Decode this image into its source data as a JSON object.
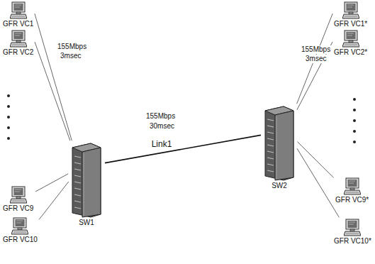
{
  "diagram": {
    "nodes": [
      {
        "text": [
          "GFR VC1"
        ]
      },
      {
        "text": [
          "GFR VC2"
        ]
      },
      {
        "text": [
          "GFR VC9"
        ]
      },
      {
        "text": [
          "GFR VC10"
        ]
      },
      {
        "text": [
          "SW1"
        ]
      },
      {
        "text": [
          "SW2"
        ]
      },
      {
        "text": [
          "GFR VC1*"
        ]
      },
      {
        "text": [
          "GFR VC2*"
        ]
      },
      {
        "text": [
          "GFR VC9*"
        ]
      },
      {
        "text": [
          "GFR VC10*"
        ]
      }
    ],
    "edges": [
      {
        "from": 0,
        "to": 4,
        "arrow": "none"
      },
      {
        "from": 1,
        "to": 4,
        "arrow": "none"
      },
      {
        "from": 2,
        "to": 4,
        "arrow": "none"
      },
      {
        "from": 3,
        "to": 4,
        "arrow": "none"
      },
      {
        "from": 4,
        "to": 5,
        "label": "Link1",
        "arrow": "none"
      },
      {
        "from": 5,
        "to": 6,
        "arrow": "none"
      },
      {
        "from": 5,
        "to": 7,
        "arrow": "none"
      },
      {
        "from": 5,
        "to": 8,
        "arrow": "none"
      },
      {
        "from": 5,
        "to": 9,
        "arrow": "none"
      }
    ],
    "labels": [
      "155Mbps",
      "3msec",
      "155Mbps",
      "30msec",
      "155Mbps",
      "3msec"
    ]
  }
}
